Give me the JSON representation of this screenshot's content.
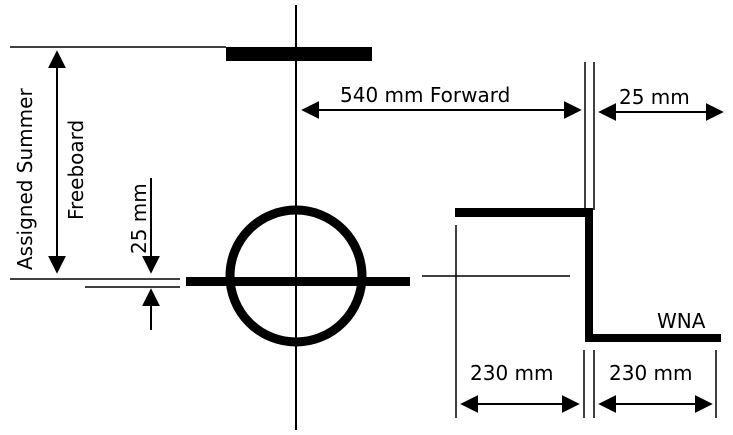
{
  "labels": {
    "assigned_summer": "Assigned Summer",
    "freeboard": "Freeboard",
    "mark_offset": "25 mm",
    "forward_distance": "540 mm Forward",
    "line_offset": "25 mm",
    "wna": "WNA",
    "width_left": "230 mm",
    "width_right": "230 mm"
  }
}
